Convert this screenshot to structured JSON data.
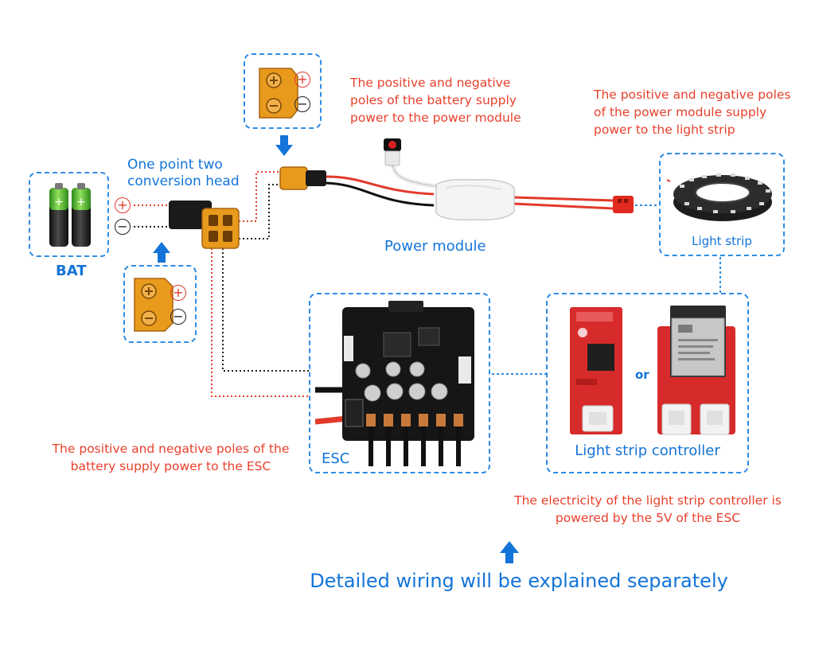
{
  "labels": {
    "bat": "BAT",
    "conversion_head": "One point two conversion head",
    "power_module": "Power module",
    "light_strip": "Light strip",
    "esc": "ESC",
    "light_strip_controller": "Light strip controller",
    "or_text": "or",
    "footer": "Detailed wiring will be explained separately"
  },
  "notes": {
    "battery_to_power_module": "The positive and negative poles of the battery supply power to the power module",
    "power_module_to_strip": "The positive and negative poles of the power module supply power to the light strip",
    "battery_to_esc": "The positive and negative poles of the battery supply power to the ESC",
    "controller_power": "The electricity of the light strip controller is powered by the 5V of the ESC"
  },
  "symbols": {
    "plus": "+",
    "minus": "−"
  },
  "colors": {
    "accent_blue": "#1474d8",
    "note_red": "#e8402c",
    "positive_wire": "#e23a2a",
    "negative_wire": "#222222",
    "connector_yellow": "#e89a1c",
    "board_black": "#161616",
    "pcb_red": "#d72b2b"
  }
}
